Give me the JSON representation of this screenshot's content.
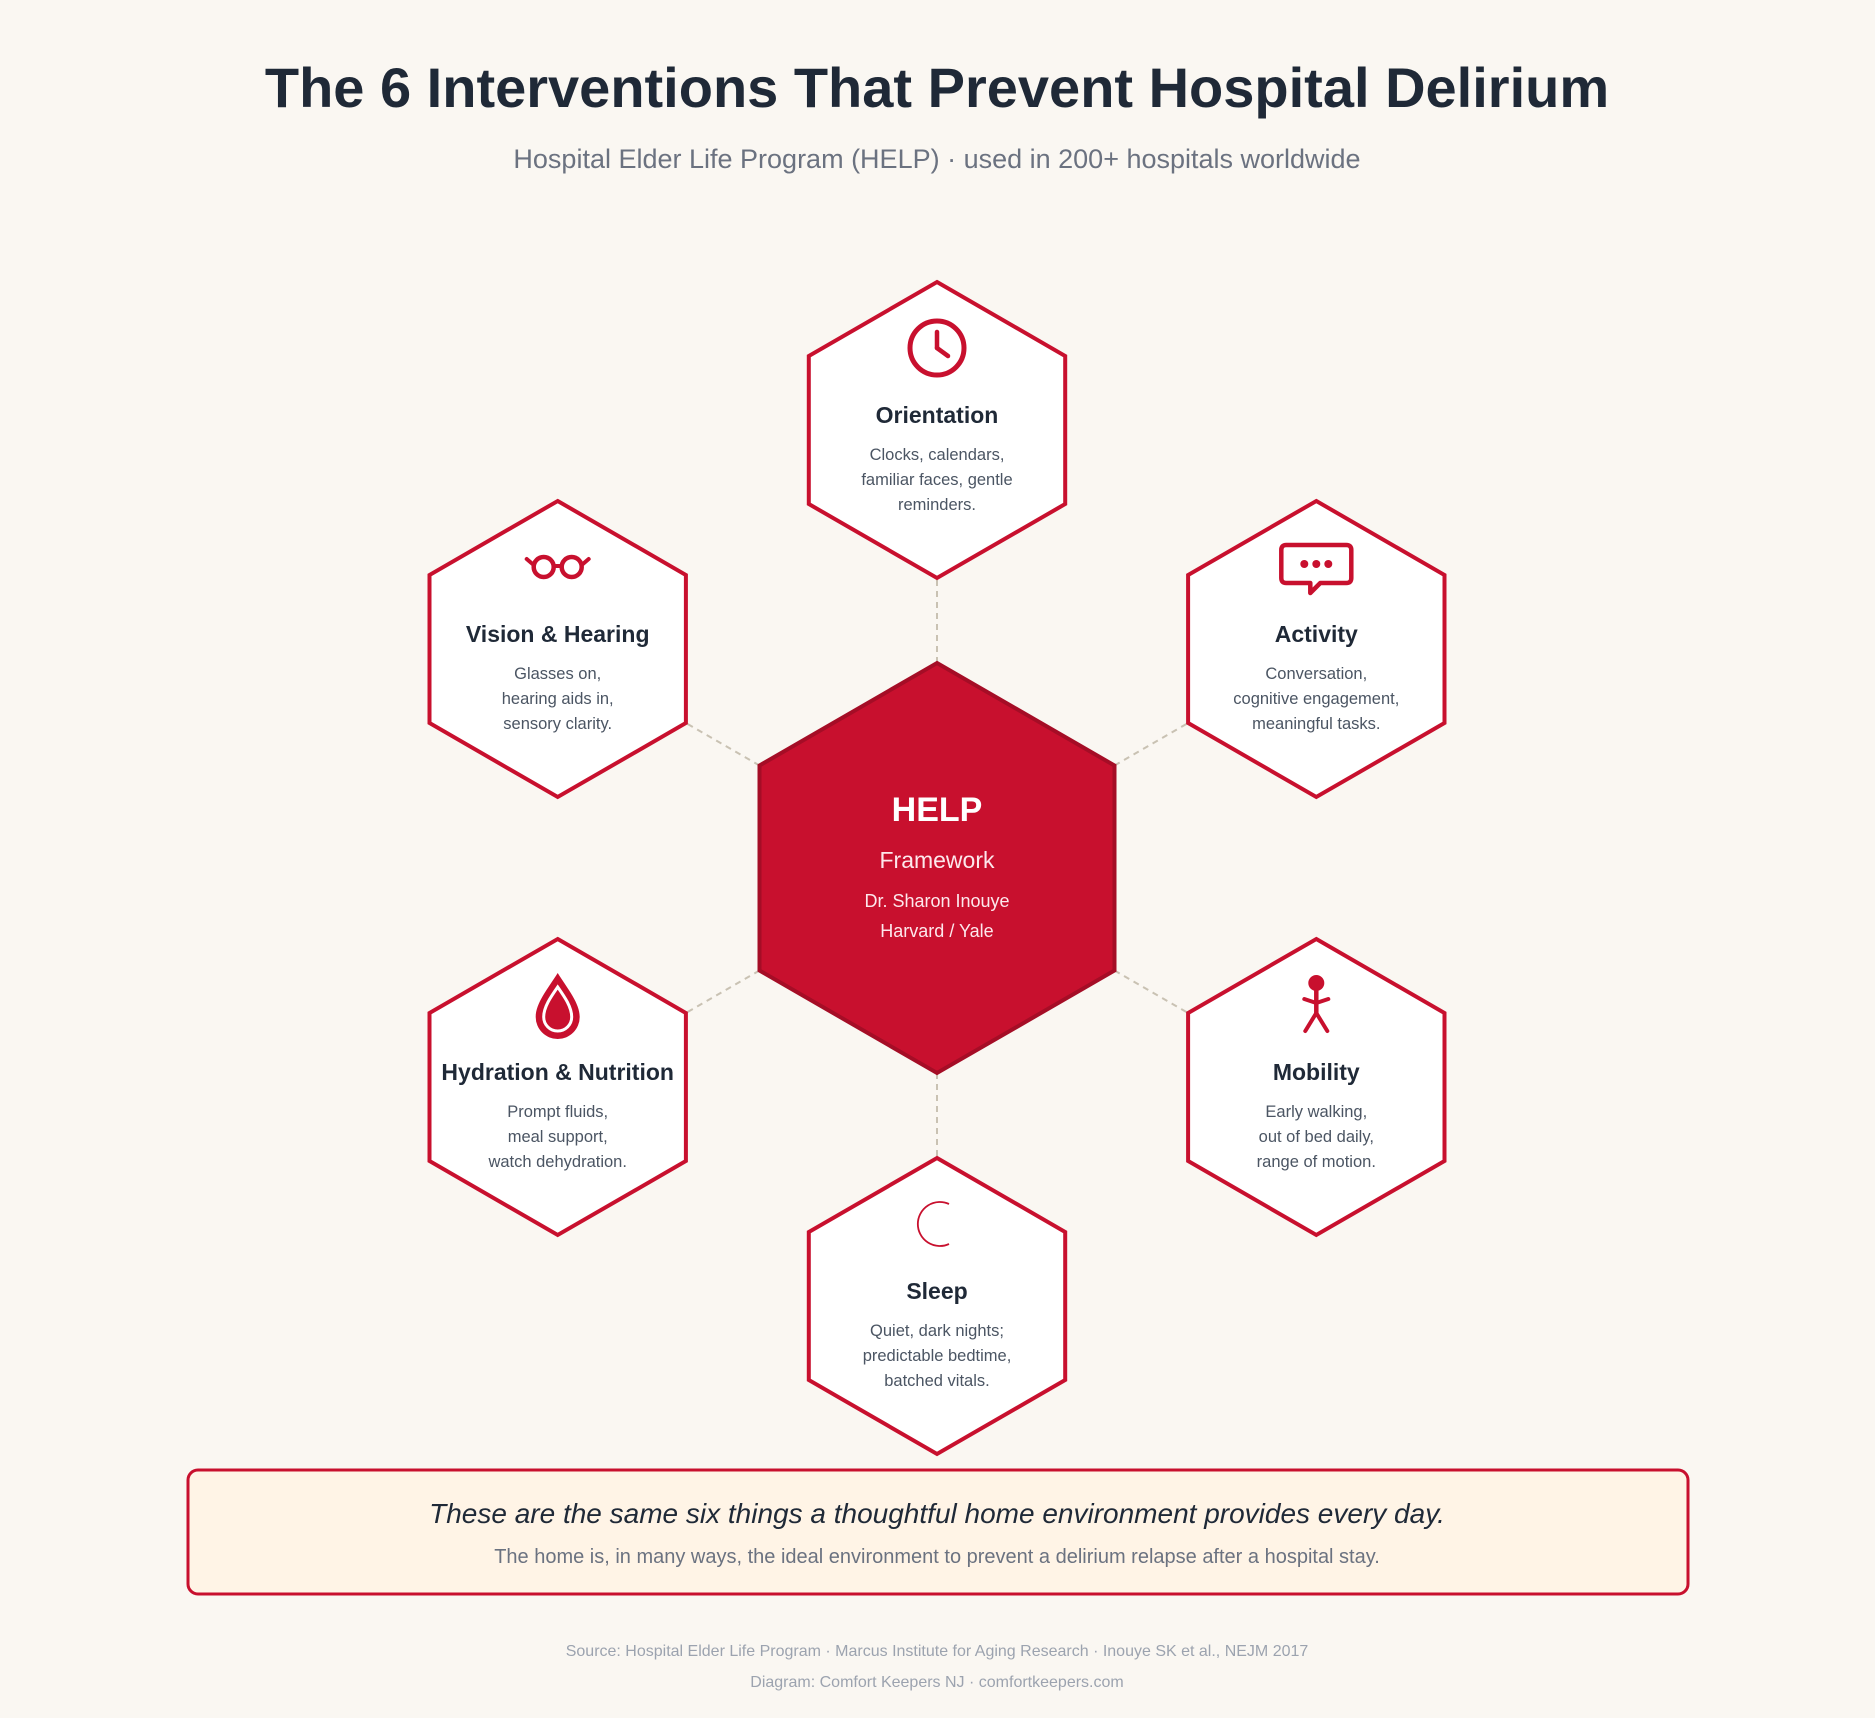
{
  "header": {
    "title": "The 6 Interventions That Prevent Hospital Delirium",
    "subtitle": "Hospital Elder Life Program (HELP) · used in 200+ hospitals worldwide"
  },
  "center": {
    "title": "HELP",
    "subtitle": "Framework",
    "line1": "Dr. Sharon Inouye",
    "line2": "Harvard / Yale"
  },
  "nodes": [
    {
      "id": "orientation",
      "icon": "clock-icon",
      "title": "Orientation",
      "lines": [
        "Clocks, calendars,",
        "familiar faces, gentle",
        "reminders."
      ]
    },
    {
      "id": "activity",
      "icon": "speech-bubble-icon",
      "title": "Activity",
      "lines": [
        "Conversation,",
        "cognitive engagement,",
        "meaningful tasks."
      ]
    },
    {
      "id": "mobility",
      "icon": "walking-person-icon",
      "title": "Mobility",
      "lines": [
        "Early walking,",
        "out of bed daily,",
        "range of motion."
      ]
    },
    {
      "id": "sleep",
      "icon": "moon-icon",
      "title": "Sleep",
      "lines": [
        "Quiet, dark nights;",
        "predictable bedtime,",
        "batched vitals."
      ]
    },
    {
      "id": "hydration",
      "icon": "water-drop-icon",
      "title": "Hydration & Nutrition",
      "lines": [
        "Prompt fluids,",
        "meal support,",
        "watch dehydration."
      ]
    },
    {
      "id": "vision",
      "icon": "glasses-icon",
      "title": "Vision & Hearing",
      "lines": [
        "Glasses on,",
        "hearing aids in,",
        "sensory clarity."
      ]
    }
  ],
  "callout": {
    "headline": "These are the same six things a thoughtful home environment provides every day.",
    "body": "The home is, in many ways, the ideal environment to prevent a delirium relapse after a hospital stay."
  },
  "footer": {
    "source": "Source: Hospital Elder Life Program · Marcus Institute for Aging Research · Inouye SK et al., NEJM 2017",
    "credit": "Diagram: Comfort Keepers NJ · comfortkeepers.com"
  },
  "colors": {
    "accent": "#c8102e",
    "accent_dark": "#a50d26",
    "text_dark": "#1f2937",
    "text_muted": "#6b7280",
    "text_body": "#4b5563",
    "background": "#faf7f2",
    "callout_bg": "#fff4e6",
    "connector": "#c9c2b3"
  }
}
